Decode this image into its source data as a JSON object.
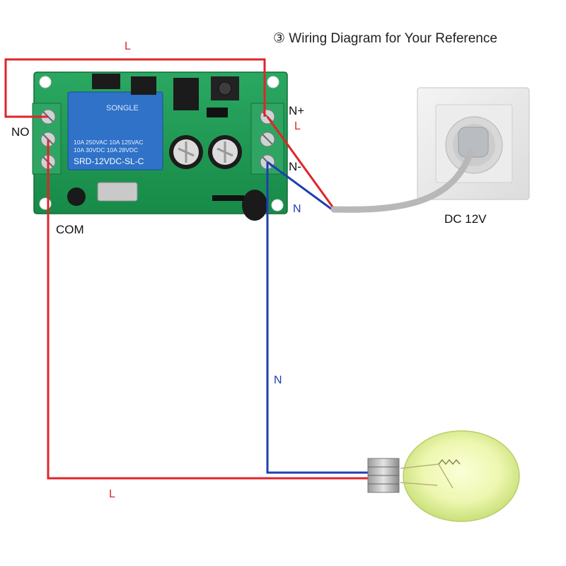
{
  "title": "③ Wiring Diagram for Your Reference",
  "terminals": {
    "no": "NO",
    "com": "COM",
    "n_plus": "N+",
    "n_minus": "N-"
  },
  "power_label": "DC 12V",
  "wire_labels": {
    "top_l": "L",
    "l_near_n_plus": "L",
    "n_near_outlet": "N",
    "n_vertical": "N",
    "bottom_l": "L"
  },
  "relay": {
    "brand": "SONGLE",
    "rating_1": "10A 250VAC  10A 125VAC",
    "rating_2": "10A 30VDC   10A 28VDC",
    "model": "SRD-12VDC-SL-C"
  },
  "colors": {
    "live_wire": "#e0242b",
    "neutral_wire": "#1d3fb0",
    "pcb": "#1f9a55",
    "relay_body": "#2f72c8"
  }
}
